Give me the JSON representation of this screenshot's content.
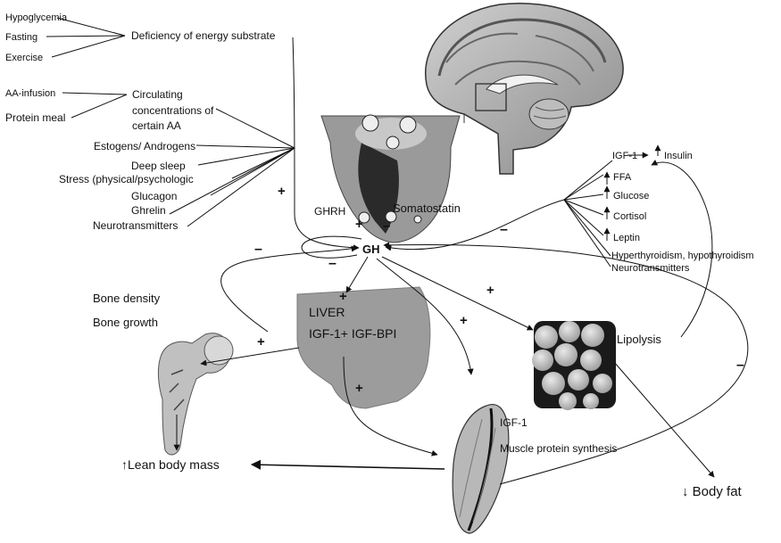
{
  "stimuli": {
    "energy_group": [
      "Hypoglycemia",
      "Fasting",
      "Exercise"
    ],
    "energy_label": "Deficiency of energy substrate",
    "aa_group": [
      "AA-infusion",
      "Protein meal"
    ],
    "aa_label_lines": [
      "Circulating",
      "concentrations of",
      "certain AA"
    ],
    "other": [
      "Estogens/ Androgens",
      "Deep sleep",
      "Stress (physical/psychologic",
      "Glucagon",
      "Ghrelin",
      "Neurotransmitters"
    ]
  },
  "inhibitors": [
    "IGF-1",
    "Insulin",
    "FFA",
    "Glucose",
    "Cortisol",
    "Leptin",
    "Hyperthyroidism, hypothyroidism",
    "Neurotransmitters"
  ],
  "pituitary": {
    "ghrh": "GHRH",
    "somatostatin": "Somatostatin",
    "gh": "GH"
  },
  "liver": {
    "line1": "LIVER",
    "line2": "IGF-1+ IGF-BPI"
  },
  "bone": {
    "density": "Bone density",
    "growth": "Bone growth"
  },
  "muscle": {
    "igf": "IGF-1",
    "synthesis": "Muscle protein synthesis"
  },
  "fat": {
    "lipolysis": "Lipolysis"
  },
  "outcomes": {
    "lean": "↑Lean body mass",
    "fat": "↓ Body fat"
  },
  "signs": {
    "plus": "+",
    "minus": "–"
  }
}
